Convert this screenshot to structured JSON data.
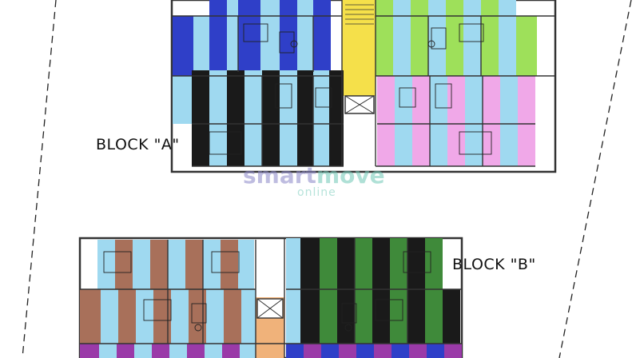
{
  "labels": {
    "block_a": "BLOCK \"A\"",
    "block_b": "BLOCK \"B\""
  },
  "watermark": {
    "part1": "smart",
    "part2": "move",
    "sub": "online",
    "color1": "#8a86c8",
    "color2": "#6fc8b6"
  },
  "colors": {
    "blue": "#2f3fc8",
    "light_blue": "#9fd9f0",
    "green": "#9ee05a",
    "yellow": "#f5e04a",
    "black": "#1a1a1a",
    "pink": "#f0a8e8",
    "brown": "#a8705a",
    "dark_green": "#3f8a3a",
    "purple": "#9a3aa8",
    "orange": "#f0b27a",
    "wall": "#333333"
  }
}
